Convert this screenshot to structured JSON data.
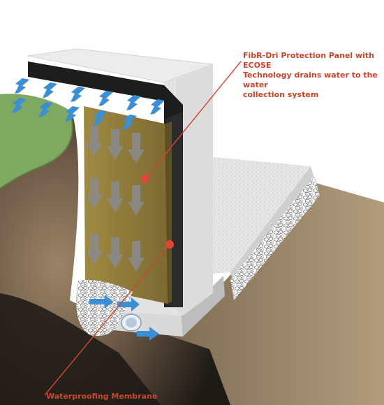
{
  "callouts": {
    "protection_panel": "FibR-Dri Protection Panel with ECOSE\nTechnology drains water to the water\ncollection system",
    "membrane": "Waterproofing Membrane"
  },
  "colors": {
    "callout_text": "#c8462a",
    "leader_line": "#d2452f",
    "leader_dot": "#e0453a",
    "water_arrow": "#3d8fd3",
    "drain_arrow": "#8a8a8a",
    "panel": "#8e7a3a",
    "concrete": "#e8e8e8",
    "grass": "#7fa860",
    "soil": "#6e5a45"
  },
  "icons": {
    "water_flow": "arrow-icon",
    "panel_drain": "down-arrow-icon",
    "pipe": "drain-pipe-icon",
    "gravel": "gravel-texture"
  }
}
